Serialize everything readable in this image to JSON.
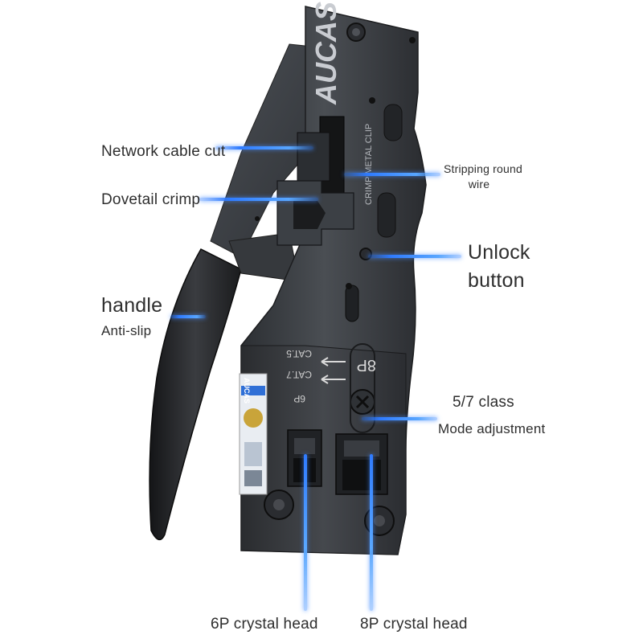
{
  "tool": {
    "brand": "AUCAS",
    "crimp_text": "CRIMP METAL CLIP",
    "cat5_text": "CAT.5",
    "cat7_text": "CAT.7",
    "port_6p": "6P",
    "port_8p": "8P",
    "sticker_brand": "AUCAS"
  },
  "labels": {
    "network_cable_cut": "Network cable cut",
    "dovetail_crimp": "Dovetail crimp",
    "handle": "handle",
    "anti_slip": "Anti-slip",
    "stripping_line1": "Stripping round",
    "stripping_line2": "wire",
    "unlock_line1": "Unlock",
    "unlock_line2": "button",
    "class_line1": "5/7 class",
    "class_line2": "Mode adjustment",
    "crystal_6p": "6P crystal head",
    "crystal_8p": "8P crystal head"
  },
  "colors": {
    "accent_line": "#2f7bff",
    "tool_body": "#3b3e42",
    "grip": "#1f2124",
    "label_text": "#2e2e2e"
  }
}
